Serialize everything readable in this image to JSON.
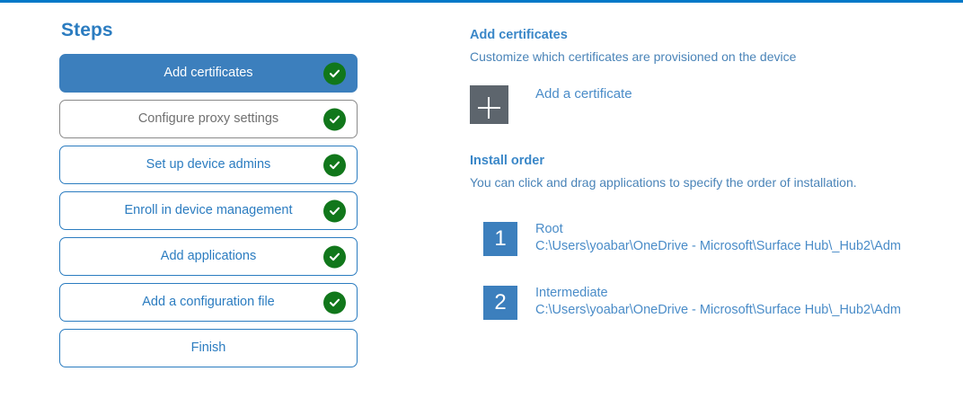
{
  "accent": {
    "top_rule": "#0078c8",
    "primary_blue": "#3c7fbd",
    "link_blue": "#4a8cc8",
    "check_green": "#11771b",
    "tile_gray": "#5d656d",
    "muted_gray": "#707070"
  },
  "steps_panel": {
    "title": "Steps",
    "items": [
      {
        "label": "Add certificates",
        "state": "active",
        "checked": true
      },
      {
        "label": "Configure proxy settings",
        "state": "muted",
        "checked": true
      },
      {
        "label": "Set up device admins",
        "state": "default",
        "checked": true
      },
      {
        "label": "Enroll in device management",
        "state": "default",
        "checked": true
      },
      {
        "label": "Add applications",
        "state": "default",
        "checked": true
      },
      {
        "label": "Add a configuration file",
        "state": "default",
        "checked": true
      },
      {
        "label": "Finish",
        "state": "default",
        "checked": false
      }
    ]
  },
  "detail": {
    "heading": "Add certificates",
    "subheading": "Customize which certificates are provisioned on the device",
    "add_certificate": {
      "icon": "plus-icon",
      "label": "Add a certificate"
    },
    "install_order": {
      "heading": "Install order",
      "subheading": "You can click and drag applications to specify the order of installation.",
      "items": [
        {
          "number": "1",
          "name": "Root",
          "path": "C:\\Users\\yoabar\\OneDrive - Microsoft\\Surface Hub\\_Hub2\\Adm"
        },
        {
          "number": "2",
          "name": "Intermediate",
          "path": "C:\\Users\\yoabar\\OneDrive - Microsoft\\Surface Hub\\_Hub2\\Adm"
        }
      ]
    }
  }
}
